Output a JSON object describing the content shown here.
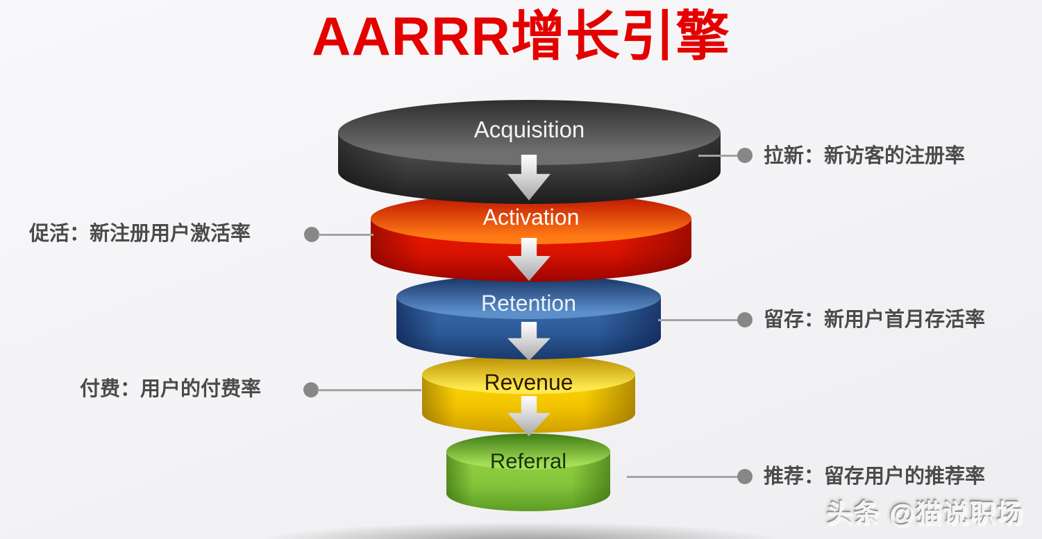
{
  "title": {
    "text": "AARRR增长引擎",
    "color": "#e50000"
  },
  "funnel": {
    "stages": [
      {
        "label": "Acquisition",
        "callout": "拉新：新访客的注册率",
        "callout_side": "right",
        "color": "#474747",
        "label_color": "#ffffff"
      },
      {
        "label": "Activation",
        "callout": "促活：新注册用户激活率",
        "callout_side": "left",
        "color": "#e21500",
        "label_color": "#ffffff"
      },
      {
        "label": "Retention",
        "callout": "留存：新用户首月存活率",
        "callout_side": "right",
        "color": "#2d5b99",
        "label_color": "#eaf2fc"
      },
      {
        "label": "Revenue",
        "callout": "付费：用户的付费率",
        "callout_side": "left",
        "color": "#f2c300",
        "label_color": "#2a1a00"
      },
      {
        "label": "Referral",
        "callout": "推荐：留存用户的推荐率",
        "callout_side": "right",
        "color": "#84c43a",
        "label_color": "#17330a"
      }
    ],
    "connector": {
      "line_color": "#a3a3a3",
      "dot_color": "#878787"
    },
    "icons": {
      "down_arrow": "⬇"
    }
  },
  "watermark": {
    "text": "头条 @猫说职场"
  }
}
